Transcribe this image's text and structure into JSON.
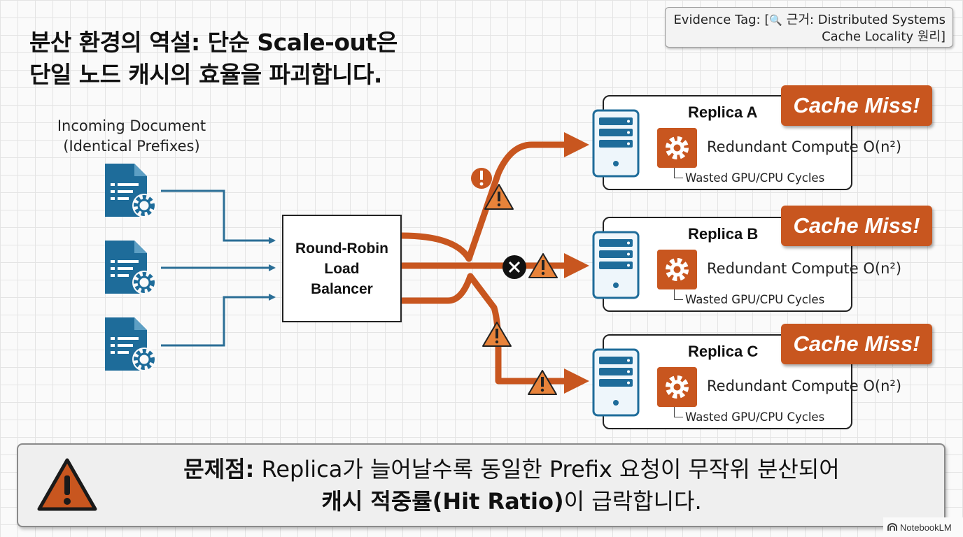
{
  "title": {
    "line1": "분산 환경의 역설: 단순 Scale-out은",
    "line2": "단일 노드 캐시의 효율을 파괴합니다."
  },
  "evidence": {
    "prefix": "Evidence Tag: [",
    "icon": "magnifier-icon",
    "line1_rest": " 근거: Distributed Systems",
    "line2": "Cache Locality 원리]"
  },
  "incoming": {
    "line1": "Incoming Document",
    "line2": "(Identical Prefixes)",
    "doc_icon": "document-gear-icon",
    "doc_count": 3
  },
  "load_balancer": {
    "line1": "Round-Robin",
    "line2": "Load",
    "line3": "Balancer"
  },
  "replicas": [
    {
      "name": "Replica A",
      "miss": "Cache Miss!",
      "compute": "Redundant Compute O(n²)",
      "wasted": "Wasted GPU/CPU Cycles"
    },
    {
      "name": "Replica B",
      "miss": "Cache Miss!",
      "compute": "Redundant Compute O(n²)",
      "wasted": "Wasted GPU/CPU Cycles"
    },
    {
      "name": "Replica C",
      "miss": "Cache Miss!",
      "compute": "Redundant Compute O(n²)",
      "wasted": "Wasted GPU/CPU Cycles"
    }
  ],
  "icons": {
    "server": "server-icon",
    "gear": "gear-icon",
    "warning": "warning-triangle-icon",
    "alert": "exclamation-circle-icon",
    "blocked": "x-circle-icon"
  },
  "problem": {
    "label": "문제점:",
    "line1_rest": " Replica가 늘어날수록 동일한 Prefix 요청이 무작위 분산되어",
    "line2_bold": "캐시 적중률(Hit Ratio)",
    "line2_rest": "이 급락합니다."
  },
  "branding": {
    "label": "NotebookLM"
  },
  "colors": {
    "accent": "#c8561f",
    "doc_blue": "#1e6c9a",
    "arrow_blue": "#2b6e96",
    "warning": "#e8833a"
  }
}
